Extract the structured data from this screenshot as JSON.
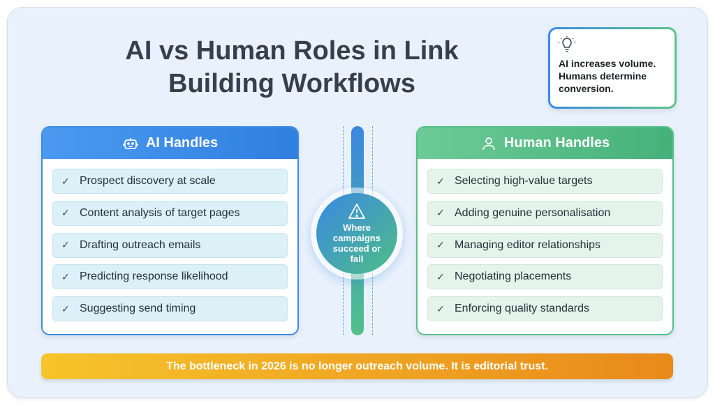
{
  "title": "AI vs Human Roles in Link Building Workflows",
  "callout": {
    "icon": "lightbulb-icon",
    "text": "AI increases volume. Humans determine conversion."
  },
  "ai": {
    "title": "AI Handles",
    "icon": "robot-icon",
    "items": [
      "Prospect discovery at scale",
      "Content analysis of target pages",
      "Drafting outreach emails",
      "Predicting response likelihood",
      "Suggesting send timing"
    ]
  },
  "human": {
    "title": "Human Handles",
    "icon": "person-icon",
    "items": [
      "Selecting high-value targets",
      "Adding genuine personalisation",
      "Managing editor relationships",
      "Negotiating placements",
      "Enforcing quality standards"
    ]
  },
  "center": {
    "icon": "warning-icon",
    "text": "Where campaigns succeed or fail"
  },
  "banner": "The bottleneck in 2026 is no longer outreach volume. It is editorial trust.",
  "colors": {
    "ai": "#3d8be2",
    "human": "#58be87",
    "banner_start": "#f6c42b",
    "banner_end": "#e9891b"
  }
}
